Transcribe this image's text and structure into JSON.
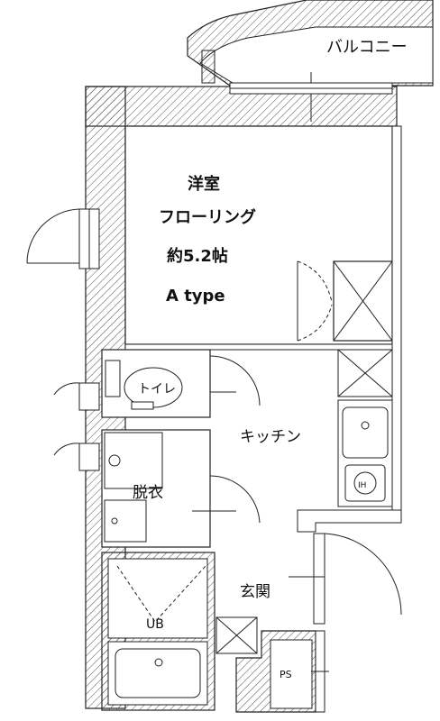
{
  "plan": {
    "balcony": "バルコニー",
    "room": {
      "name": "洋室",
      "floor": "フローリング",
      "size": "約5.2帖",
      "type": "A type"
    },
    "toilet": "トイレ",
    "kitchen": "キッチン",
    "changing": "脱衣",
    "bath": "UB",
    "entrance": "玄関",
    "ps": "PS",
    "ih": "IH"
  }
}
